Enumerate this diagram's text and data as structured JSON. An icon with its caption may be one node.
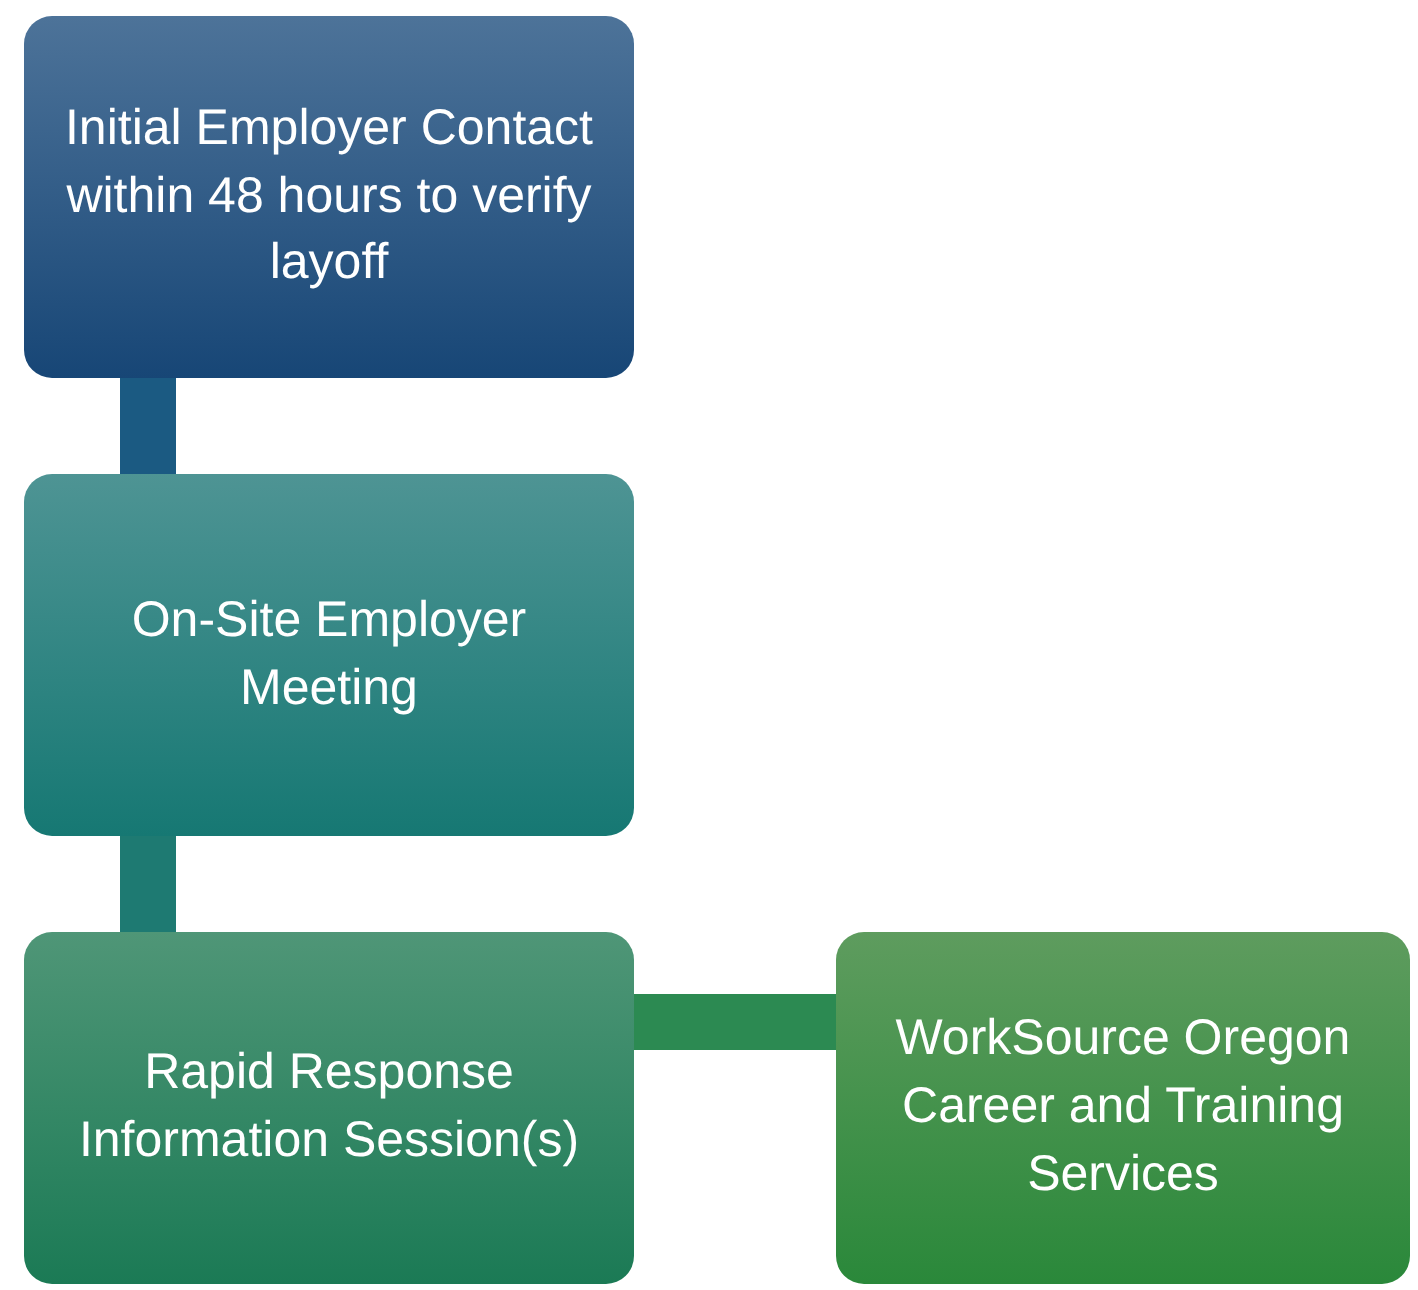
{
  "diagram": {
    "nodes": [
      {
        "text": [
          "Initial Employer Contact within 48 hours to verify layoff"
        ]
      },
      {
        "text": [
          "On-Site Employer Meeting"
        ]
      },
      {
        "text": [
          "Rapid Response Information Session(s)"
        ]
      },
      {
        "text": [
          "WorkSource Oregon Career and Training Services"
        ]
      }
    ],
    "edges": [
      {
        "from": 0,
        "to": 1,
        "arrow": "none",
        "color": "#1b5a82"
      },
      {
        "from": 1,
        "to": 2,
        "arrow": "none",
        "color": "#1e7a72"
      },
      {
        "from": 2,
        "to": 3,
        "arrow": "none",
        "color": "#2c8a52"
      }
    ]
  }
}
